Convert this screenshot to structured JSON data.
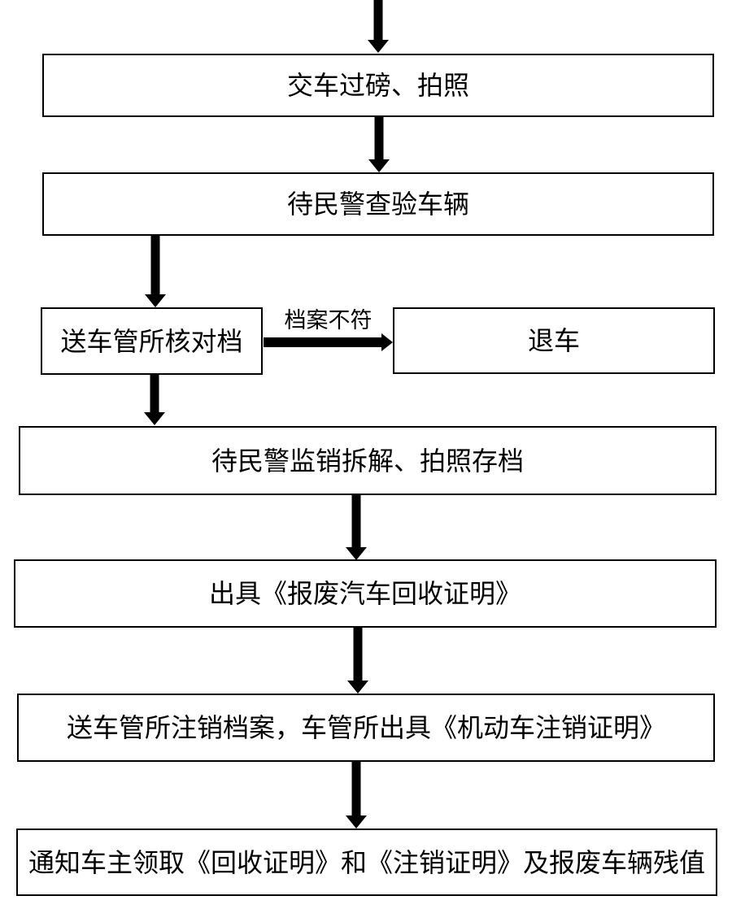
{
  "page": {
    "background_color": "#ffffff",
    "stroke_color": "#000000"
  },
  "flowchart": {
    "type": "vertical-process-flow",
    "nodes": [
      {
        "label": "交车过磅、拍照"
      },
      {
        "label": "待民警查验车辆"
      },
      {
        "label": "送车管所核对档"
      },
      {
        "label": "退车"
      },
      {
        "label": "待民警监销拆解、拍照存档"
      },
      {
        "label": "出具《报废汽车回收证明》"
      },
      {
        "label": "送车管所注销档案，车管所出具《机动车注销证明》"
      },
      {
        "label": "通知车主领取《回收证明》和《注销证明》及报废车辆残值"
      }
    ],
    "edge_label": "档案不符"
  }
}
